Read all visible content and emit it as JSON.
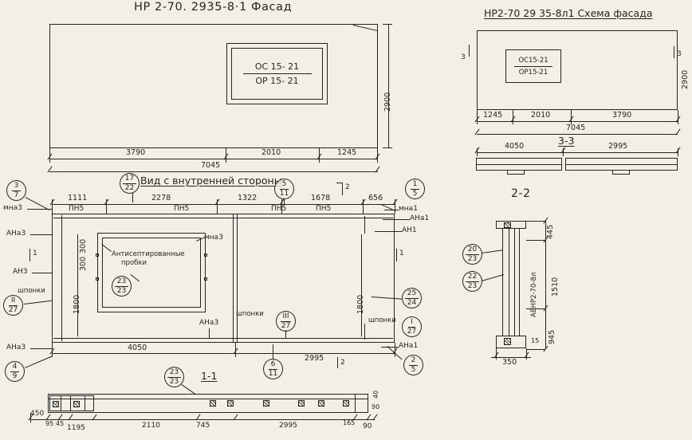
{
  "facade": {
    "title": "НР 2-70. 2935-8·1 Фасад",
    "win_top": "ОС 15- 21",
    "win_bot": "ОР 15- 21",
    "d1": "3790",
    "d2": "2010",
    "d3": "1245",
    "total": "7045",
    "height": "2900"
  },
  "schema": {
    "title": "НР2-70 29 35-8л1 Схема фасада",
    "win_top": "ОС15-21",
    "win_bot": "ОР15-21",
    "d1": "1245",
    "d2": "2010",
    "d3": "3790",
    "total": "7045",
    "height": "2900",
    "marker": "3",
    "sec_title": "3-3",
    "sd1": "4050",
    "sd2": "2995"
  },
  "sec22": {
    "title": "2-2",
    "d445": "445",
    "d1510": "1510",
    "d945": "945",
    "d15": "15",
    "d350": "350",
    "stamp": "АБНР2-70-8л",
    "c20": {
      "t": "20",
      "b": "23"
    },
    "c22": {
      "t": "22",
      "b": "23"
    }
  },
  "inner": {
    "title": "Вид с внутренней стороны",
    "dims_top": [
      "1111",
      "2278",
      "1322",
      "1678",
      "656"
    ],
    "pn5": "ПН5",
    "mna3": "мна3",
    "ana3": "АНа3",
    "an3": "АН3",
    "mna1": "мна1",
    "ana1": "АНа1",
    "an1": "АН1",
    "shponki": "шпонки",
    "plugs1": "Антисептированные",
    "plugs2": "пробки",
    "d300": "300",
    "d1800": "1800",
    "d4050": "4050",
    "d2995": "2995",
    "m1": "1",
    "m2": "2",
    "c37": {
      "t": "3",
      "b": "7"
    },
    "c1722": {
      "t": "17",
      "b": "22"
    },
    "c511": {
      "t": "5",
      "b": "11"
    },
    "c15": {
      "t": "1",
      "b": "5"
    },
    "c23": {
      "t": "23",
      "b": "23"
    },
    "c2524": {
      "t": "25",
      "b": "24"
    },
    "cii": {
      "t": "II",
      "b": "27"
    },
    "ciii": {
      "t": "III",
      "b": "27"
    },
    "ci": {
      "t": "I",
      "b": "27"
    },
    "c49": {
      "t": "4",
      "b": "9"
    },
    "c611": {
      "t": "6",
      "b": "11"
    },
    "c25": {
      "t": "2",
      "b": "5"
    }
  },
  "sec11": {
    "title": "1-1",
    "c": {
      "t": "23",
      "b": "23"
    },
    "d450": "450",
    "d95": "95",
    "d45": "45",
    "d1195": "1195",
    "d2110": "2110",
    "d745": "745",
    "d2995": "2995",
    "d165": "165",
    "d90": "90",
    "d90b": "90",
    "d40": "40"
  }
}
